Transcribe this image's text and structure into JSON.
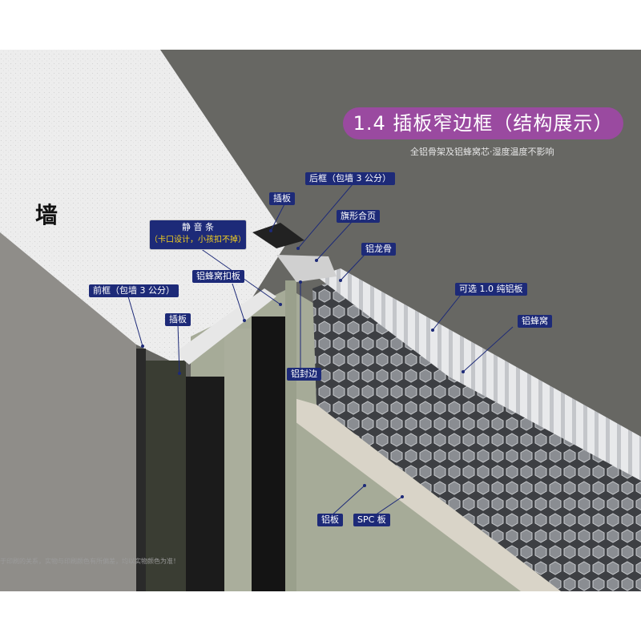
{
  "title": "1.4 插板窄边框（结构展示）",
  "subtitle": "全铝骨架及铝蜂窝芯·湿度温度不影响",
  "wall_label": "墙",
  "labels": {
    "back_frame": "后框（包墙 3 公分）",
    "insert_panel_top": "插板",
    "flag_hinge": "旗形合页",
    "silent_strip_title": "静 音 条",
    "silent_strip_note": "（卡口设计，小孩扣不掉）",
    "aluminum_keel": "铝龙骨",
    "honeycomb_clip": "铝蜂窝扣板",
    "optional_plate": "可选 1.0 纯铝板",
    "front_frame": "前框（包墙 3 公分）",
    "honeycomb": "铝蜂窝",
    "insert_panel_bottom": "插板",
    "edge_seal": "铝封边",
    "aluminum_plate": "铝板",
    "spc_board": "SPC 板"
  },
  "disclaimer": "于印刷的关系，实物与印刷颜色有所偏差，均以实物颜色为准！",
  "colors": {
    "background": "#676763",
    "title_bg": "#9a4aa0",
    "label_bg": "#1d2a78",
    "label_highlight": "#f4d01e"
  }
}
